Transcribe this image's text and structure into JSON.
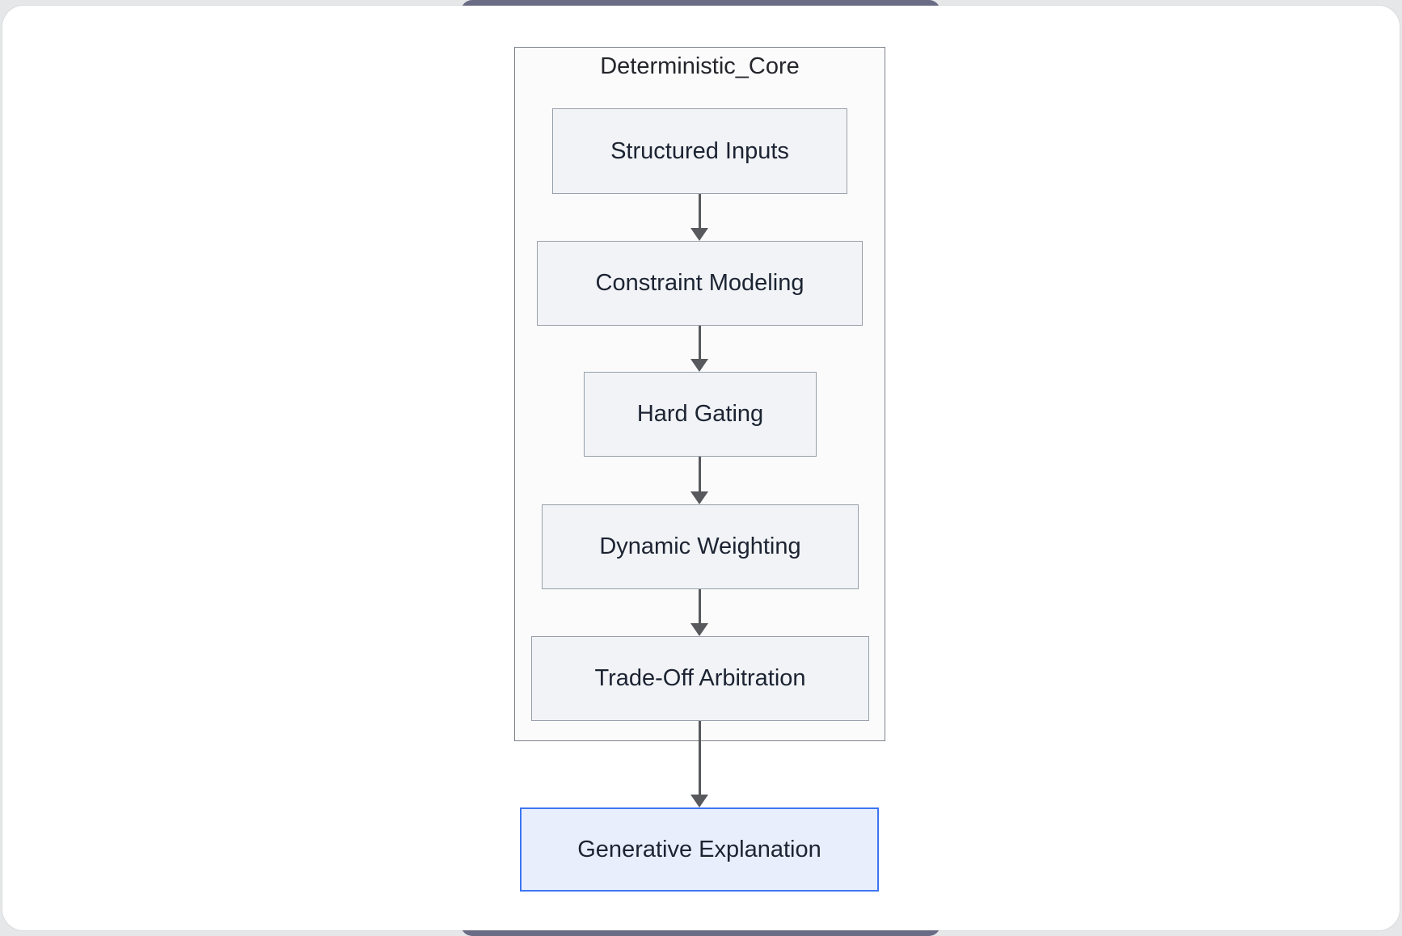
{
  "diagram": {
    "type": "flowchart",
    "direction": "top-down",
    "cluster": {
      "label": "Deterministic_Core"
    },
    "nodes": [
      {
        "id": "structured_inputs",
        "label": "Structured Inputs",
        "group": "Deterministic_Core",
        "highlighted": false
      },
      {
        "id": "constraint_modeling",
        "label": "Constraint Modeling",
        "group": "Deterministic_Core",
        "highlighted": false
      },
      {
        "id": "hard_gating",
        "label": "Hard Gating",
        "group": "Deterministic_Core",
        "highlighted": false
      },
      {
        "id": "dynamic_weighting",
        "label": "Dynamic Weighting",
        "group": "Deterministic_Core",
        "highlighted": false
      },
      {
        "id": "tradeoff_arbitration",
        "label": "Trade-Off Arbitration",
        "group": "Deterministic_Core",
        "highlighted": false
      },
      {
        "id": "generative_explanation",
        "label": "Generative Explanation",
        "group": "",
        "highlighted": true
      }
    ],
    "edges": [
      {
        "from": "structured_inputs",
        "to": "constraint_modeling"
      },
      {
        "from": "constraint_modeling",
        "to": "hard_gating"
      },
      {
        "from": "hard_gating",
        "to": "dynamic_weighting"
      },
      {
        "from": "dynamic_weighting",
        "to": "tradeoff_arbitration"
      },
      {
        "from": "tradeoff_arbitration",
        "to": "generative_explanation"
      }
    ],
    "colors": {
      "node_fill": "#f1f3f6",
      "node_border": "#99a0ab",
      "cluster_fill": "#fbfbfc",
      "cluster_border": "#7e838c",
      "text": "#1c2332",
      "arrow": "#57595c",
      "highlight_fill": "#e8eefc",
      "highlight_border": "#3d75f3",
      "backdrop_window": "#6a6c86",
      "page_background": "#e6e7e9",
      "card_background": "#ffffff"
    }
  }
}
